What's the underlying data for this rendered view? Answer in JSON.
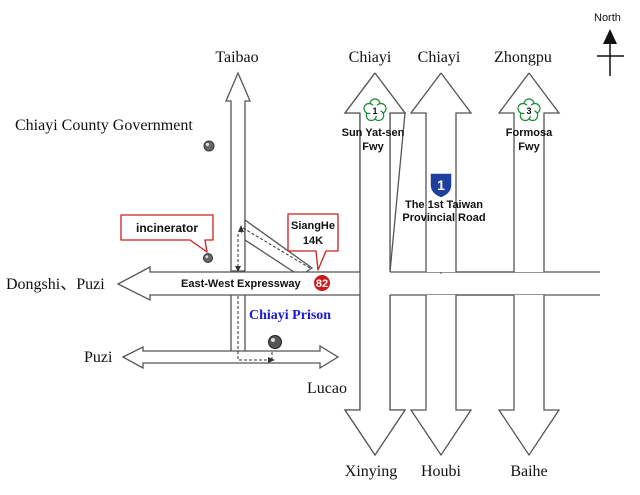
{
  "compass": {
    "label": "North"
  },
  "places": {
    "north_taibao": "Taibao",
    "north_chiayi_left": "Chiayi",
    "north_chiayi_mid": "Chiayi",
    "north_zhongpu": "Zhongpu",
    "county_gov": "Chiayi County Government",
    "west_dongshi_puzi": "Dongshi、Puzi",
    "west_puzi": "Puzi",
    "south_lucao": "Lucao",
    "south_xinying": "Xinying",
    "south_houbi": "Houbi",
    "south_baihe": "Baihe"
  },
  "roads": {
    "expressway": "East-West Expressway",
    "expressway_number": "82",
    "hwy1_number": "1",
    "hwy1_line1": "The 1st Taiwan",
    "hwy1_line2": "Provincial Road",
    "fwy1_number": "1",
    "fwy1_line1": "Sun Yat-sen",
    "fwy1_line2": "Fwy",
    "fwy3_number": "3",
    "fwy3_line1": "Formosa",
    "fwy3_line2": "Fwy"
  },
  "callouts": {
    "incinerator": "incinerator",
    "exit_line1": "SiangHe",
    "exit_line2": "14K"
  },
  "landmark": {
    "prison": "Chiayi Prison",
    "prison_color": "#1a1ad6"
  },
  "colors": {
    "hwy_shield": "#1f3fa0",
    "exit_badge": "#d01818",
    "callout_border": "#c62020",
    "fwy_flower": "#1a8a3a"
  }
}
